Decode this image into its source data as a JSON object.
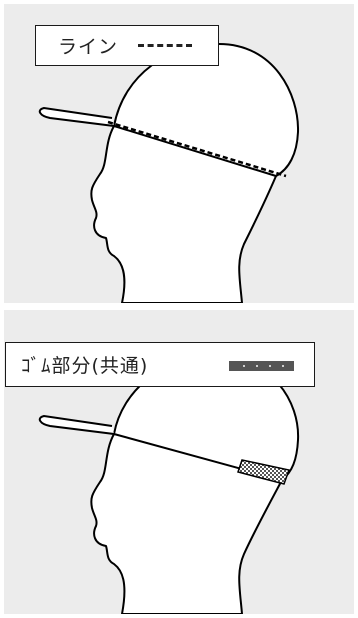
{
  "panels": [
    {
      "id": "line-panel",
      "label": "ライン"
    },
    {
      "id": "gum-panel",
      "label": "ｺﾞﾑ部分(共通)"
    }
  ],
  "colors": {
    "panel_background": "#ececec",
    "outline": "#000000",
    "gum_legend": "#555555"
  }
}
